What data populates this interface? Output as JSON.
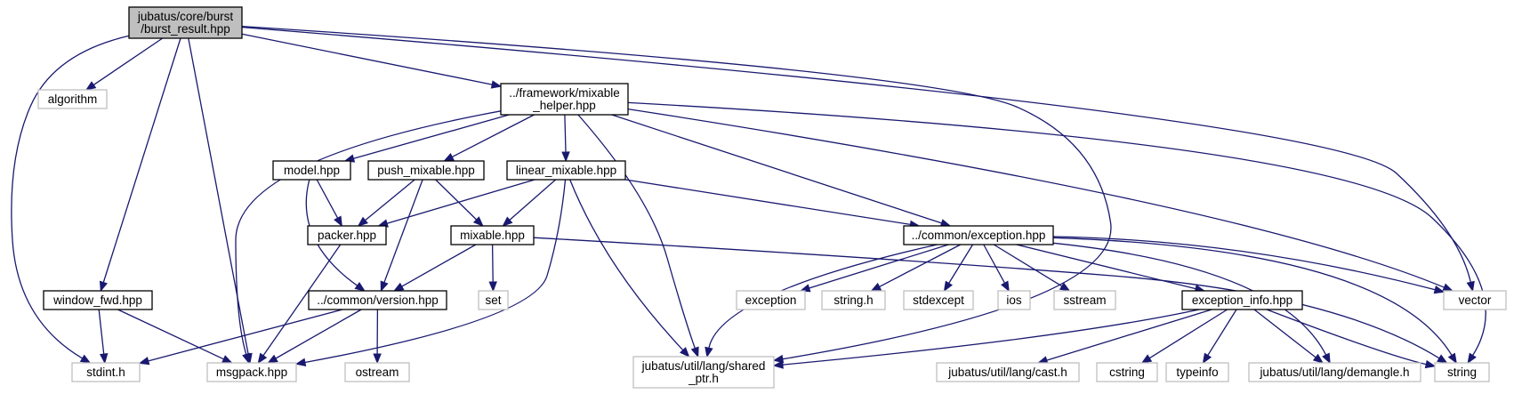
{
  "nodes": {
    "root": [
      "jubatus/core/burst",
      "/burst_result.hpp"
    ],
    "algorithm": [
      "algorithm"
    ],
    "mixable_helper": [
      "../framework/mixable",
      "_helper.hpp"
    ],
    "model": [
      "model.hpp"
    ],
    "push_mixable": [
      "push_mixable.hpp"
    ],
    "linear_mixable": [
      "linear_mixable.hpp"
    ],
    "packer": [
      "packer.hpp"
    ],
    "mixable": [
      "mixable.hpp"
    ],
    "exception": [
      "../common/exception.hpp"
    ],
    "window_fwd": [
      "window_fwd.hpp"
    ],
    "version": [
      "../common/version.hpp"
    ],
    "set": [
      "set"
    ],
    "std_exception": [
      "exception"
    ],
    "string_h": [
      "string.h"
    ],
    "stdexcept": [
      "stdexcept"
    ],
    "ios": [
      "ios"
    ],
    "sstream": [
      "sstream"
    ],
    "exception_info": [
      "exception_info.hpp"
    ],
    "vector": [
      "vector"
    ],
    "stdint": [
      "stdint.h"
    ],
    "msgpack": [
      "msgpack.hpp"
    ],
    "ostream": [
      "ostream"
    ],
    "shared_ptr": [
      "jubatus/util/lang/shared",
      "_ptr.h"
    ],
    "cast": [
      "jubatus/util/lang/cast.h"
    ],
    "cstring": [
      "cstring"
    ],
    "typeinfo": [
      "typeinfo"
    ],
    "demangle": [
      "jubatus/util/lang/demangle.h"
    ],
    "string": [
      "string"
    ]
  },
  "edges": [
    [
      "root",
      "algorithm"
    ],
    [
      "root",
      "mixable_helper"
    ],
    [
      "root",
      "window_fwd"
    ],
    [
      "root",
      "stdint"
    ],
    [
      "root",
      "msgpack"
    ],
    [
      "root",
      "shared_ptr"
    ],
    [
      "root",
      "vector"
    ],
    [
      "mixable_helper",
      "model"
    ],
    [
      "mixable_helper",
      "push_mixable"
    ],
    [
      "mixable_helper",
      "linear_mixable"
    ],
    [
      "mixable_helper",
      "exception"
    ],
    [
      "mixable_helper",
      "msgpack"
    ],
    [
      "mixable_helper",
      "shared_ptr"
    ],
    [
      "mixable_helper",
      "vector"
    ],
    [
      "mixable_helper",
      "string"
    ],
    [
      "model",
      "packer"
    ],
    [
      "model",
      "version"
    ],
    [
      "push_mixable",
      "packer"
    ],
    [
      "push_mixable",
      "mixable"
    ],
    [
      "push_mixable",
      "version"
    ],
    [
      "linear_mixable",
      "packer"
    ],
    [
      "linear_mixable",
      "mixable"
    ],
    [
      "linear_mixable",
      "exception"
    ],
    [
      "linear_mixable",
      "msgpack"
    ],
    [
      "linear_mixable",
      "shared_ptr"
    ],
    [
      "packer",
      "msgpack"
    ],
    [
      "mixable",
      "version"
    ],
    [
      "mixable",
      "set"
    ],
    [
      "mixable",
      "string"
    ],
    [
      "exception",
      "shared_ptr"
    ],
    [
      "exception",
      "std_exception"
    ],
    [
      "exception",
      "string_h"
    ],
    [
      "exception",
      "stdexcept"
    ],
    [
      "exception",
      "ios"
    ],
    [
      "exception",
      "sstream"
    ],
    [
      "exception",
      "exception_info"
    ],
    [
      "exception",
      "vector"
    ],
    [
      "exception",
      "demangle"
    ],
    [
      "exception",
      "string"
    ],
    [
      "window_fwd",
      "stdint"
    ],
    [
      "window_fwd",
      "msgpack"
    ],
    [
      "version",
      "stdint"
    ],
    [
      "version",
      "msgpack"
    ],
    [
      "version",
      "ostream"
    ],
    [
      "exception_info",
      "shared_ptr"
    ],
    [
      "exception_info",
      "cast"
    ],
    [
      "exception_info",
      "cstring"
    ],
    [
      "exception_info",
      "typeinfo"
    ],
    [
      "exception_info",
      "demangle"
    ],
    [
      "exception_info",
      "string"
    ]
  ]
}
